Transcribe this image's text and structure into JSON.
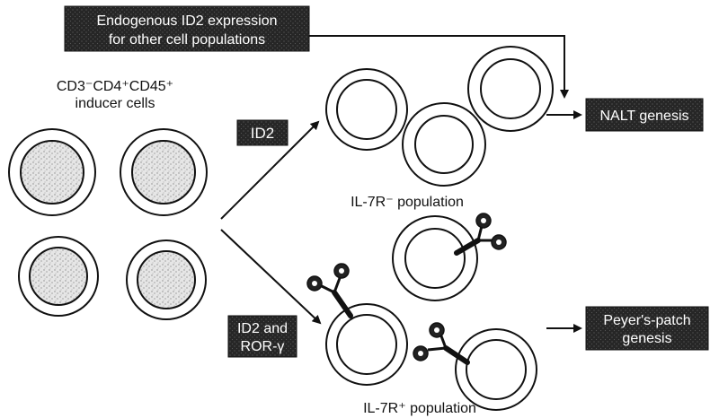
{
  "inducer_label": {
    "line1": "CD3⁻CD4⁺CD45⁺",
    "line2": "inducer cells"
  },
  "endogenous_box": {
    "line1": "Endogenous ID2 expression",
    "line2": "for other cell populations"
  },
  "id2_box": "ID2",
  "id2_ror_box": {
    "line1": "ID2 and",
    "line2": "ROR-γ"
  },
  "nalt_box": "NALT genesis",
  "peyers_box": {
    "line1": "Peyer's-patch",
    "line2": "genesis"
  },
  "il7r_neg_label": "IL-7R⁻ population",
  "il7r_pos_label": "IL-7R⁺ population",
  "colors": {
    "box_fill": "#2a2a2a",
    "box_text": "#ffffff",
    "line": "#111111",
    "nucleus_fill": "#d9d9d9"
  }
}
